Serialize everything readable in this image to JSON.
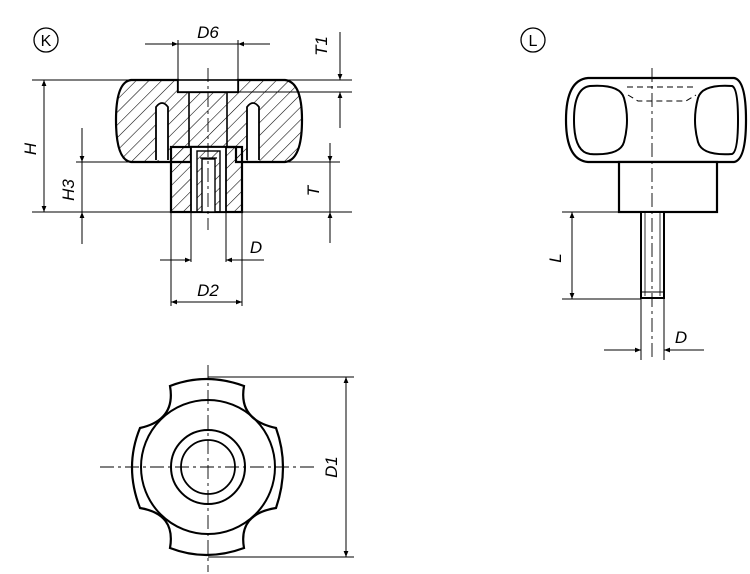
{
  "views": {
    "k": {
      "marker": "K",
      "labels": {
        "d6": "D6",
        "t1": "T1",
        "h": "H",
        "h3": "H3",
        "t": "T",
        "d": "D",
        "d2": "D2"
      }
    },
    "l": {
      "marker": "L",
      "labels": {
        "l": "L",
        "d": "D"
      }
    },
    "top": {
      "labels": {
        "d1": "D1"
      }
    }
  },
  "colors": {
    "line": "#000000",
    "fill": "#ffffff"
  }
}
